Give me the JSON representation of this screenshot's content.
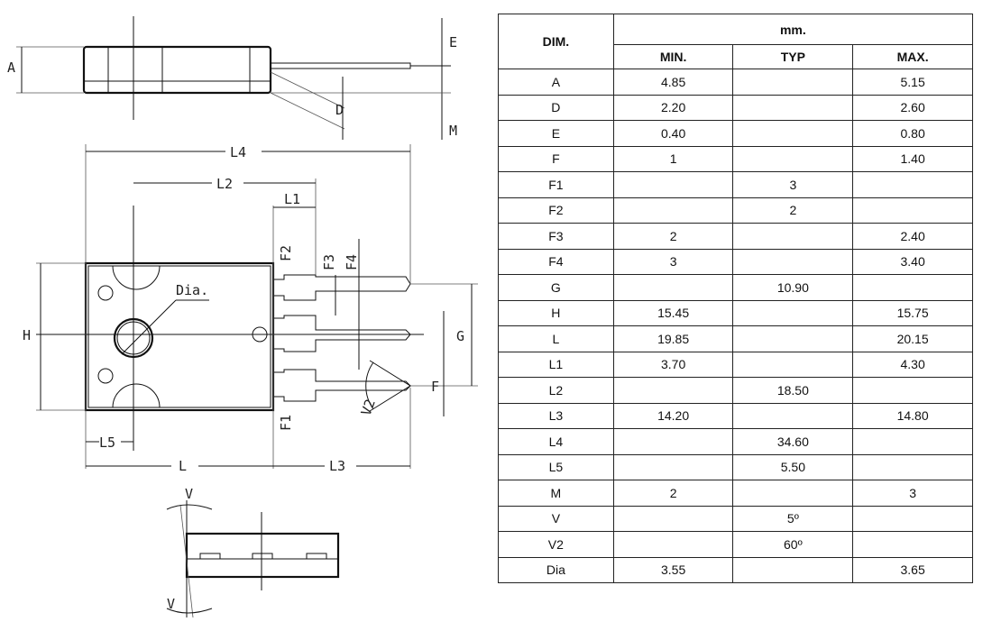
{
  "drawing": {
    "labels": {
      "A": "A",
      "E": "E",
      "D": "D",
      "M": "M",
      "L4": "L4",
      "L2": "L2",
      "L1": "L1",
      "F2": "F2",
      "F3": "F3",
      "F4": "F4",
      "Dia": "Dia.",
      "H": "H",
      "G": "G",
      "F": "F",
      "F1": "F1",
      "V2": "V2",
      "L5": "L5",
      "L": "L",
      "L3": "L3",
      "V_top": "V",
      "V_bottom": "V"
    }
  },
  "table": {
    "header": {
      "dim": "DIM.",
      "unit": "mm.",
      "min": "MIN.",
      "typ": "TYP",
      "max": "MAX."
    },
    "rows": [
      {
        "dim": "A",
        "min": "4.85",
        "typ": "",
        "max": "5.15"
      },
      {
        "dim": "D",
        "min": "2.20",
        "typ": "",
        "max": "2.60"
      },
      {
        "dim": "E",
        "min": "0.40",
        "typ": "",
        "max": "0.80"
      },
      {
        "dim": "F",
        "min": "1",
        "typ": "",
        "max": "1.40"
      },
      {
        "dim": "F1",
        "min": "",
        "typ": "3",
        "max": ""
      },
      {
        "dim": "F2",
        "min": "",
        "typ": "2",
        "max": ""
      },
      {
        "dim": "F3",
        "min": "2",
        "typ": "",
        "max": "2.40"
      },
      {
        "dim": "F4",
        "min": "3",
        "typ": "",
        "max": "3.40"
      },
      {
        "dim": "G",
        "min": "",
        "typ": "10.90",
        "max": ""
      },
      {
        "dim": "H",
        "min": "15.45",
        "typ": "",
        "max": "15.75"
      },
      {
        "dim": "L",
        "min": "19.85",
        "typ": "",
        "max": "20.15"
      },
      {
        "dim": "L1",
        "min": "3.70",
        "typ": "",
        "max": "4.30"
      },
      {
        "dim": "L2",
        "min": "",
        "typ": "18.50",
        "max": ""
      },
      {
        "dim": "L3",
        "min": "14.20",
        "typ": "",
        "max": "14.80"
      },
      {
        "dim": "L4",
        "min": "",
        "typ": "34.60",
        "max": ""
      },
      {
        "dim": "L5",
        "min": "",
        "typ": "5.50",
        "max": ""
      },
      {
        "dim": "M",
        "min": "2",
        "typ": "",
        "max": "3"
      },
      {
        "dim": "V",
        "min": "",
        "typ": "5º",
        "max": ""
      },
      {
        "dim": "V2",
        "min": "",
        "typ": "60º",
        "max": ""
      },
      {
        "dim": "Dia",
        "min": "3.55",
        "typ": "",
        "max": "3.65"
      }
    ]
  }
}
